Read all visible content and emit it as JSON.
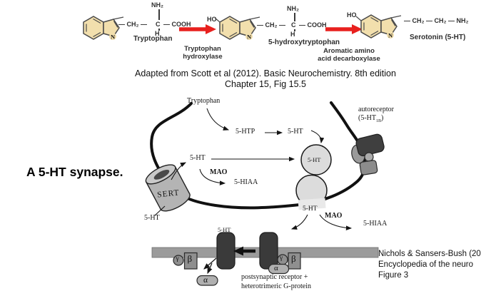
{
  "pathway": {
    "n": "N",
    "trp": {
      "nh2": "NH₂",
      "chain_pre": "— CH₂ —",
      "c": "C",
      "chain_post": "— COOH",
      "h": "H",
      "name": "Tryptophan"
    },
    "enzyme1": {
      "line1": "Tryptophan",
      "line2": "hydroxylase"
    },
    "htp": {
      "ho": "HO",
      "nh2": "NH₂",
      "chain_pre": "— CH₂ —",
      "c": "C",
      "chain_post": "— COOH",
      "h": "H",
      "name": "5-hydroxytryptophan"
    },
    "enzyme2": {
      "line1": "Aromatic amino",
      "line2": "acid decarboxylase"
    },
    "ser": {
      "ho": "HO",
      "chain": "— CH₂ — CH₂ — NH₂",
      "name": "Serotonin (5-HT)"
    }
  },
  "caption": {
    "line1": "Adapted from Scott et al (2012). Basic Neurochemistry. 8th edition",
    "line2": "Chapter 15, Fig 15.5"
  },
  "side_label": "A 5-HT synapse.",
  "synapse": {
    "tryptophan": "Tryptophan",
    "htp": "5-HTP",
    "ht": "5-HT",
    "mao": "MAO",
    "hiaa": "5-HIAA",
    "sert": "SERT",
    "autoreceptor_line1": "autoreceptor",
    "ar_pre": "(5-HT",
    "ar_sub": "1B",
    "ar_post": ")",
    "gamma": "γ",
    "beta": "β",
    "alpha": "α",
    "post_line1": "postsynaptic receptor +",
    "post_line2": "heterotrimeric G-protein"
  },
  "citation": {
    "line1": "Nichols & Sansers-Bush (20",
    "line2": "Encyclopedia of the neuro",
    "line3": "Figure 3"
  },
  "colors": {
    "ring_fill": "#f2dfad",
    "arrow_red": "#e8201e",
    "membrane_gray": "#9b9b9b",
    "receptor_dark": "#3a3a3a",
    "vesicle_gray": "#dcdcdc"
  }
}
